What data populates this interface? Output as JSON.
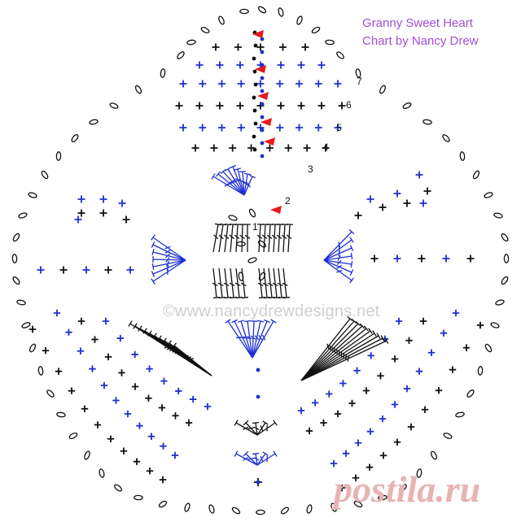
{
  "title": {
    "line1": "Granny Sweet Heart",
    "line2": "Chart by Nancy Drew"
  },
  "row_labels": [
    "1",
    "2",
    "3",
    "4",
    "5",
    "6",
    "7"
  ],
  "watermark": "©www.nancydrewdesigns.net",
  "logo_text": "postila.ru",
  "colors": {
    "black": "#111111",
    "blue": "#1f2fd1",
    "red_marker": "#e41b1b",
    "title_purple": "#a24fd6"
  },
  "symbols": {
    "chain": "ellipse",
    "single_crochet": "+",
    "double_crochet": "T-with-bar",
    "slip_stitch": "dot",
    "start_marker": "red-triangle"
  }
}
